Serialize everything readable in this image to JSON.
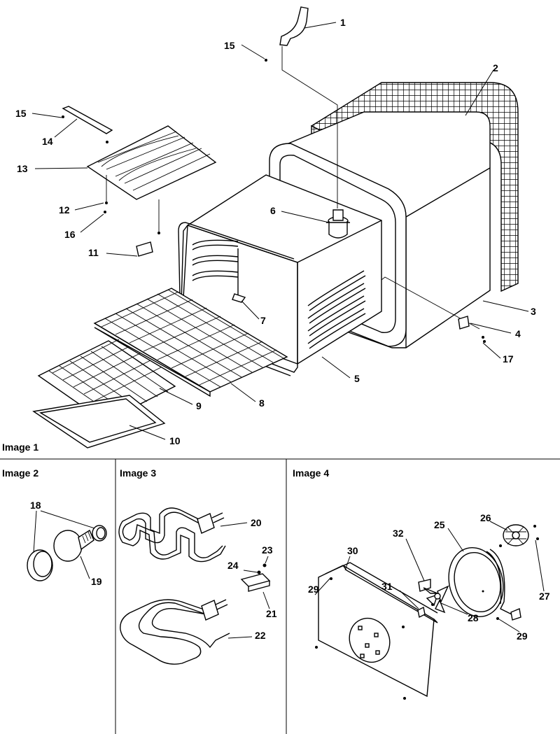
{
  "sections": {
    "image1": "Image 1",
    "image2": "Image 2",
    "image3": "Image 3",
    "image4": "Image 4"
  },
  "callouts": {
    "c1": "1",
    "c2": "2",
    "c3": "3",
    "c4": "4",
    "c5": "5",
    "c6": "6",
    "c7": "7",
    "c8": "8",
    "c9": "9",
    "c10": "10",
    "c11": "11",
    "c12": "12",
    "c13": "13",
    "c14": "14",
    "c15a": "15",
    "c15b": "15",
    "c16": "16",
    "c17": "17",
    "c18": "18",
    "c19": "19",
    "c20": "20",
    "c21": "21",
    "c22": "22",
    "c23": "23",
    "c24": "24",
    "c25": "25",
    "c26": "26",
    "c27": "27",
    "c28": "28",
    "c29a": "29",
    "c29b": "29",
    "c30": "30",
    "c31": "31",
    "c32": "32"
  }
}
